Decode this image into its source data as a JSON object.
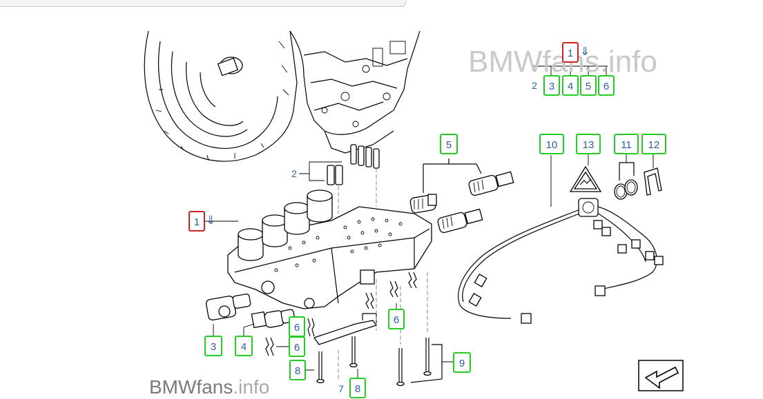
{
  "watermark_top": "BMWfans.info",
  "watermark_bottom_dark": "BMWfans",
  "watermark_bottom_light": ".info",
  "arrow_symbol": "⇓",
  "callouts": {
    "c1_top": "1",
    "c2_top": "2",
    "c3_top": "3",
    "c4_top": "4",
    "c5_top": "5",
    "c6_top": "6",
    "c5": "5",
    "c10": "10",
    "c13": "13",
    "c11": "11",
    "c12": "12",
    "c2": "2",
    "c1": "1",
    "c6_a": "6",
    "c6_b": "6",
    "c6_c": "6",
    "c3": "3",
    "c4": "4",
    "c8_a": "8",
    "c7": "7",
    "c8_b": "8",
    "c9": "9"
  },
  "nav_icon": "return-arrow-icon"
}
